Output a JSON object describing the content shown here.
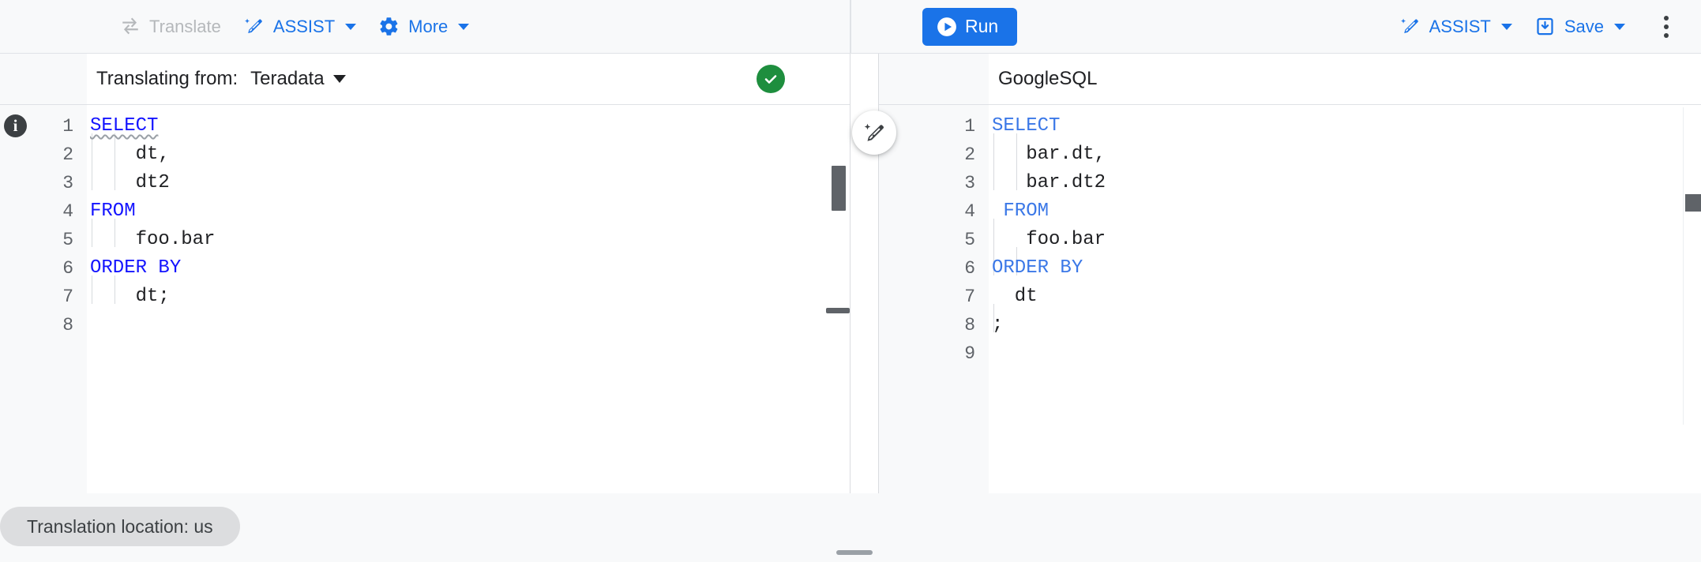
{
  "toolbar": {
    "left": [
      {
        "id": "translate",
        "label": "Translate",
        "icon": "translate-icon",
        "disabled": true,
        "caret": false
      },
      {
        "id": "assist",
        "label": "ASSIST",
        "icon": "assist-wand-icon",
        "disabled": false,
        "caret": true
      },
      {
        "id": "more",
        "label": "More",
        "icon": "gear-icon",
        "disabled": false,
        "caret": true
      }
    ],
    "right": {
      "run_label": "Run",
      "assist_label": "ASSIST",
      "save_label": "Save",
      "kebab": "more-options-icon"
    }
  },
  "left_pane": {
    "label": "Translating from:",
    "dialect": "Teradata",
    "status_icon": "check-circle-icon",
    "info_icon": "info-icon",
    "line_numbers": [
      "1",
      "2",
      "3",
      "4",
      "5",
      "6",
      "7",
      "8"
    ],
    "code_lines": [
      {
        "n": "1",
        "tokens": [
          {
            "t": "SELECT",
            "k": "kw",
            "squiggle": true
          }
        ]
      },
      {
        "n": "2",
        "tokens": [
          {
            "t": "    dt,",
            "k": "plain"
          }
        ]
      },
      {
        "n": "3",
        "tokens": [
          {
            "t": "    dt2",
            "k": "plain"
          }
        ]
      },
      {
        "n": "4",
        "tokens": [
          {
            "t": "FROM",
            "k": "kw"
          }
        ]
      },
      {
        "n": "5",
        "tokens": [
          {
            "t": "    foo.bar",
            "k": "plain"
          }
        ]
      },
      {
        "n": "6",
        "tokens": [
          {
            "t": "ORDER BY",
            "k": "kw"
          }
        ]
      },
      {
        "n": "7",
        "tokens": [
          {
            "t": "    dt;",
            "k": "plain"
          }
        ]
      },
      {
        "n": "8",
        "tokens": []
      }
    ],
    "raw_sql": "SELECT\n    dt,\n    dt2\nFROM\n    foo.bar\nORDER BY\n    dt;\n"
  },
  "right_pane": {
    "dialect": "GoogleSQL",
    "fab_icon": "magic-edit-icon",
    "line_numbers": [
      "1",
      "2",
      "3",
      "4",
      "5",
      "6",
      "7",
      "8",
      "9"
    ],
    "code_lines": [
      {
        "n": "1",
        "tokens": [
          {
            "t": "SELECT",
            "k": "kw"
          }
        ]
      },
      {
        "n": "2",
        "tokens": [
          {
            "t": "   bar.dt,",
            "k": "plain"
          }
        ]
      },
      {
        "n": "3",
        "tokens": [
          {
            "t": "   bar.dt2",
            "k": "plain"
          }
        ]
      },
      {
        "n": "4",
        "tokens": [
          {
            "t": " FROM",
            "k": "kw"
          }
        ]
      },
      {
        "n": "5",
        "tokens": [
          {
            "t": "   foo.bar",
            "k": "plain"
          }
        ]
      },
      {
        "n": "6",
        "tokens": [
          {
            "t": "ORDER BY",
            "k": "kw"
          }
        ]
      },
      {
        "n": "7",
        "tokens": [
          {
            "t": "  dt",
            "k": "plain"
          }
        ]
      },
      {
        "n": "8",
        "tokens": [
          {
            "t": ";",
            "k": "plain"
          }
        ]
      },
      {
        "n": "9",
        "tokens": []
      }
    ],
    "raw_sql": "SELECT\n   bar.dt,\n   bar.dt2\n FROM\n   foo.bar\nORDER BY\n  dt\n;\n"
  },
  "status": {
    "location_chip": "Translation location: us"
  },
  "colors": {
    "accent": "#1a73e8",
    "success": "#1e8e3e",
    "keyword_source": "#1414ff",
    "keyword_target": "#3b78e7",
    "text": "#202124",
    "muted": "#5f6368",
    "disabled": "#b5b8bb",
    "surface": "#f8f9fa",
    "chip_bg": "#dcdddf"
  }
}
